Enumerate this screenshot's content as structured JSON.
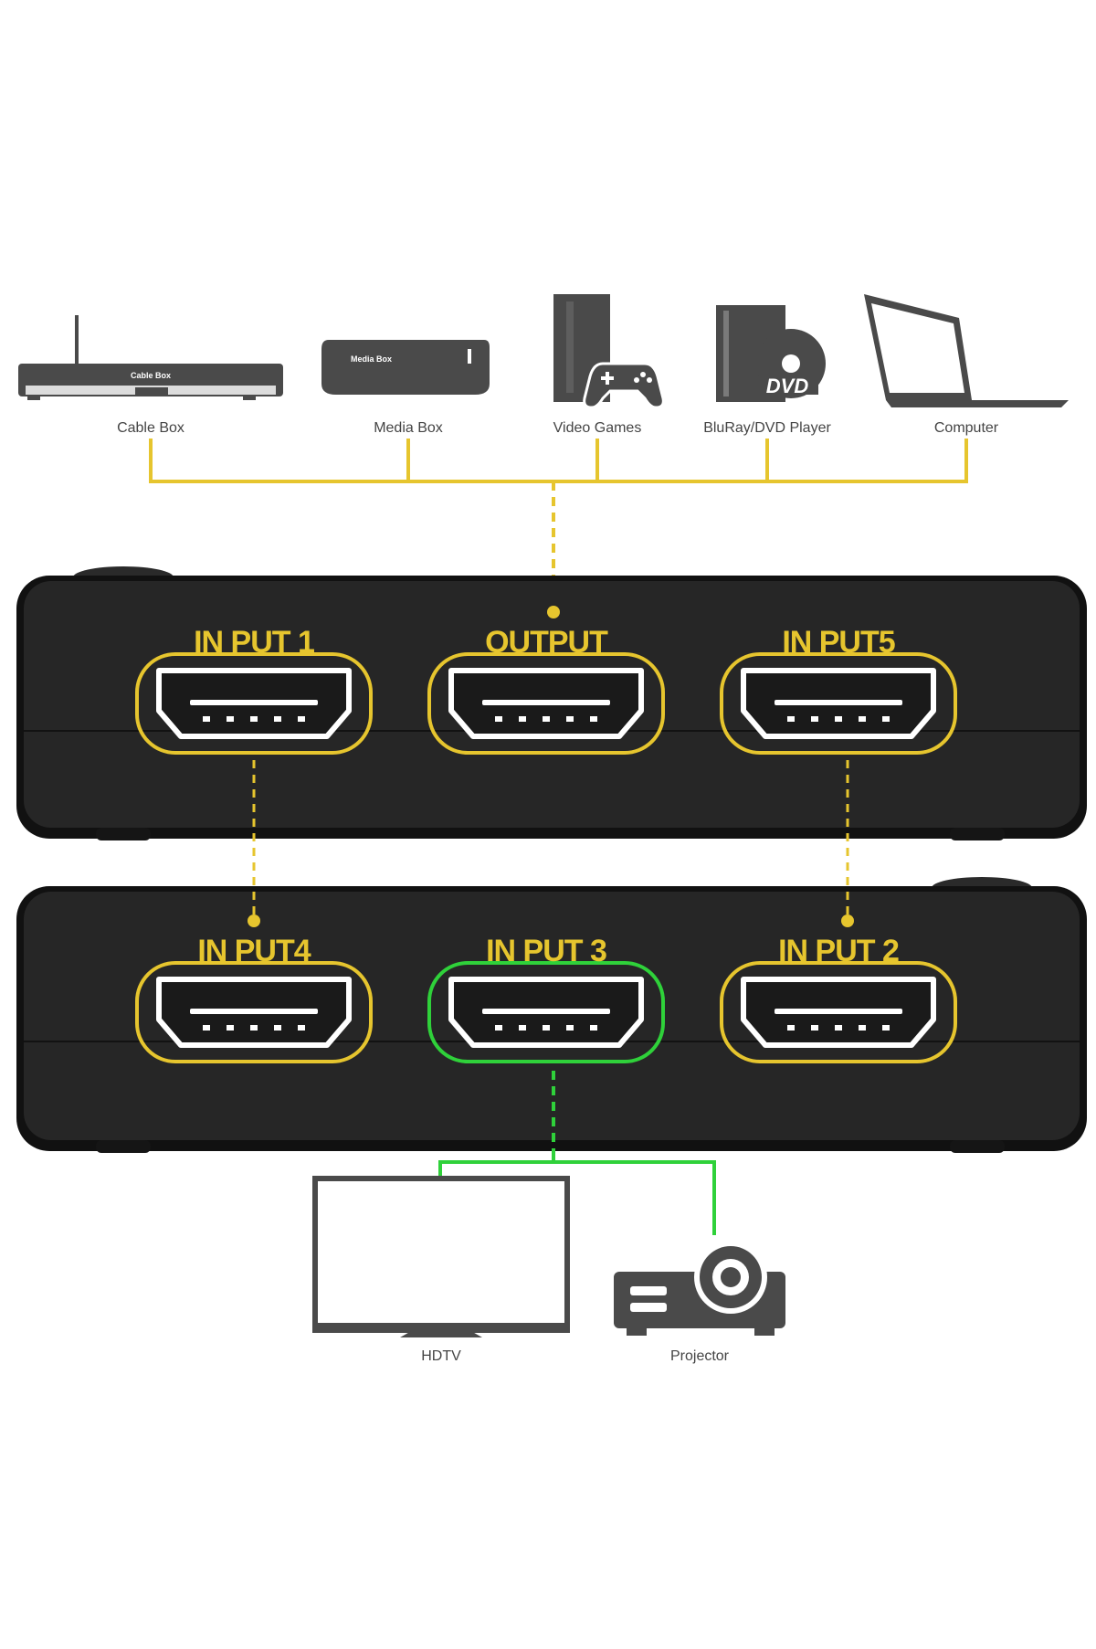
{
  "colors": {
    "accent_yellow": "#e6c52e",
    "accent_green": "#2fd13a",
    "device_gray": "#4a4a4a",
    "switch_body": "#1e1e1e"
  },
  "sources": [
    {
      "label": "Cable Box",
      "icon": "cable-box-icon",
      "device_text": "Cable Box"
    },
    {
      "label": "Media Box",
      "icon": "media-box-icon",
      "device_text": "Media Box"
    },
    {
      "label": "Video Games",
      "icon": "game-console-icon"
    },
    {
      "label": "BluRay/DVD Player",
      "icon": "dvd-player-icon",
      "device_text": "DVD"
    },
    {
      "label": "Computer",
      "icon": "laptop-icon"
    }
  ],
  "top_switch": {
    "ports": [
      {
        "label": "IN PUT 1",
        "active": false
      },
      {
        "label": "OUTPUT",
        "active": false
      },
      {
        "label": "IN PUT5",
        "active": false
      }
    ]
  },
  "bottom_switch": {
    "ports": [
      {
        "label": "IN PUT4",
        "active": false
      },
      {
        "label": "IN PUT 3",
        "active": true
      },
      {
        "label": "IN PUT 2",
        "active": false
      }
    ]
  },
  "destinations": [
    {
      "label": "HDTV",
      "icon": "tv-icon"
    },
    {
      "label": "Projector",
      "icon": "projector-icon"
    }
  ]
}
